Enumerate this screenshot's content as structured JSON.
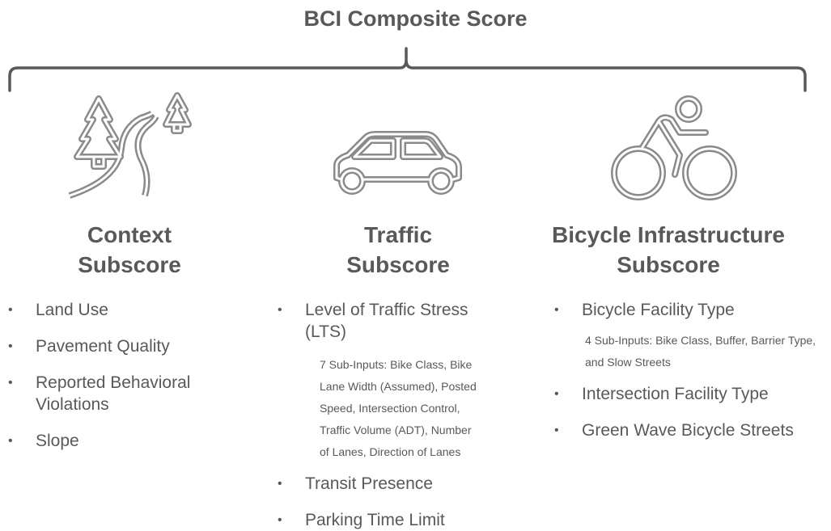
{
  "title": "BCI Composite Score",
  "columns": [
    {
      "heading_line1": "Context",
      "heading_line2": "Subscore",
      "icon": "forest-road-icon",
      "items": [
        "Land Use",
        "Pavement Quality",
        "Reported Behavioral Violations",
        "Slope"
      ]
    },
    {
      "heading_line1": "Traffic",
      "heading_line2": "Subscore",
      "icon": "car-icon",
      "items": [
        "Level of Traffic Stress (LTS)",
        "Transit Presence",
        "Parking Time Limit"
      ],
      "note": "7 Sub-Inputs: Bike Class, Bike Lane Width (Assumed), Posted Speed, Intersection Control, Traffic Volume (ADT), Number of Lanes, Direction of Lanes"
    },
    {
      "heading_line1": "Bicycle Infrastructure",
      "heading_line2": "Subscore",
      "icon": "cyclist-icon",
      "items": [
        "Bicycle Facility Type",
        "Intersection Facility Type",
        "Green Wave Bicycle Streets"
      ],
      "note": "4 Sub-Inputs: Bike Class, Buffer, Barrier Type, and Slow Streets"
    }
  ],
  "bullet": "•"
}
